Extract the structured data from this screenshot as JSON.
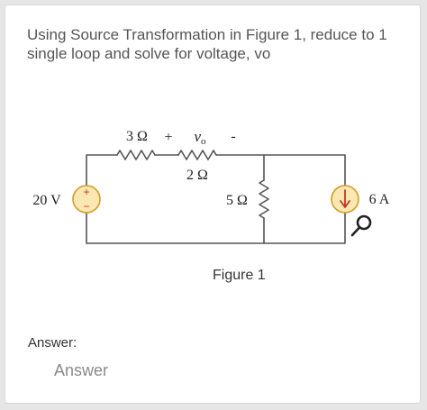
{
  "question": {
    "text": "Using Source Transformation in Figure 1, reduce to 1 single loop and solve for voltage, vo"
  },
  "circuit": {
    "resistor_top_left": "3 Ω",
    "resistor_top_right": "2 Ω",
    "resistor_middle": "5 Ω",
    "voltage_source": "20 V",
    "current_source": "6 A",
    "vo_plus": "+",
    "vo_label": "v",
    "vo_sub": "o",
    "vo_minus": "-",
    "src_plus": "+",
    "src_minus": "−"
  },
  "figure_caption": "Figure 1",
  "answer": {
    "label": "Answer:",
    "placeholder": "Answer"
  },
  "colors": {
    "source_fill": "#fbe7b0",
    "source_stroke": "#d49a2a",
    "wire": "#555555"
  },
  "icons": [
    "zoom-icon"
  ]
}
